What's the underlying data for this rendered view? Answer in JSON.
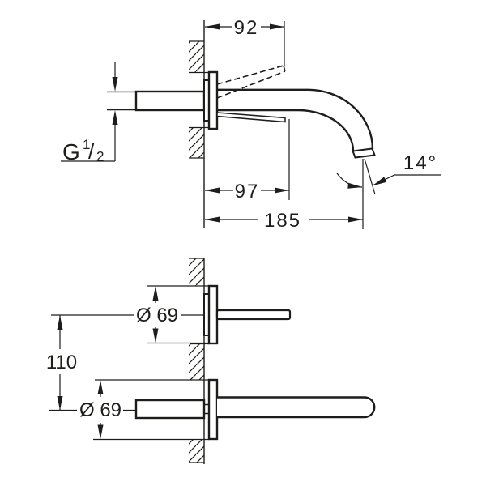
{
  "drawing": {
    "colors": {
      "line": "#1d1d1b",
      "background": "#ffffff"
    },
    "side_view": {
      "dim_handle_projection": "92",
      "dim_aerator_projection": "97",
      "dim_total_projection": "185",
      "dim_spout_angle": "14°",
      "thread_g": "G",
      "thread_numerator": "1",
      "thread_slash": "/",
      "thread_denominator": "2"
    },
    "front_view": {
      "dim_escutcheon_top": "Ø 69",
      "dim_escutcheon_bottom": "Ø 69",
      "dim_vertical_spacing": "110"
    }
  }
}
